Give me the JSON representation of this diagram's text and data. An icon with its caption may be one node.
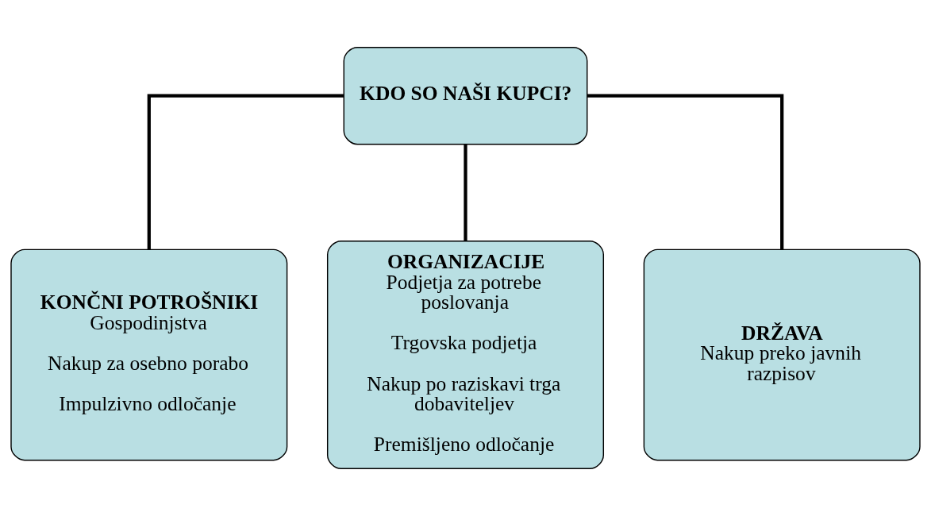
{
  "diagram": {
    "nodes": [
      {
        "text": [
          "KDO SO NAŠI KUPCI?"
        ]
      },
      {
        "text": [
          "KONČNI POTROŠNIKI",
          "Gospodinjstva",
          "Nakup za osebno porabo",
          "Impulzivno odločanje"
        ]
      },
      {
        "text": [
          "ORGANIZACIJE",
          "Podjetja za potrebe poslovanja",
          "Trgovska podjetja",
          "Nakup po raziskavi trga dobaviteljev",
          "Premišljeno odločanje"
        ]
      },
      {
        "text": [
          "DRŽAVA",
          "Nakup preko javnih razpisov"
        ]
      }
    ],
    "edges": [
      {
        "from": 0,
        "to": 1,
        "arrow": "none"
      },
      {
        "from": 0,
        "to": 2,
        "arrow": "none"
      },
      {
        "from": 0,
        "to": 3,
        "arrow": "none"
      }
    ]
  }
}
